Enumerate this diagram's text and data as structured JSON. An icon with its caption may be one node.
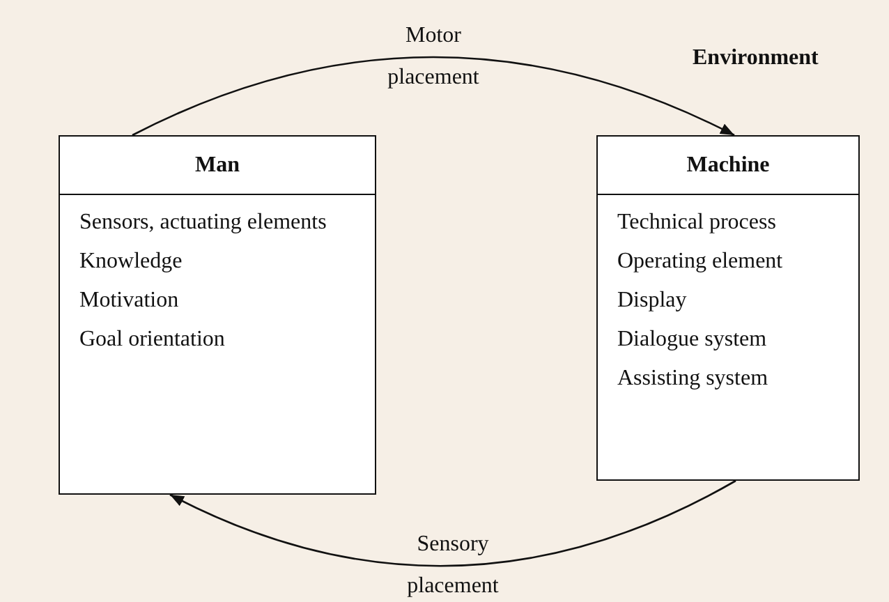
{
  "diagram": {
    "nodes": [
      {
        "text": [
          "Man",
          "Sensors, actuating elements",
          "Knowledge",
          "Motivation",
          "Goal orientation"
        ]
      },
      {
        "text": [
          "Machine",
          "Technical process",
          "Operating element",
          "Display",
          "Dialogue system",
          "Assisting system"
        ]
      }
    ],
    "edges": [
      {
        "from": 0,
        "to": 1,
        "arrow": "to",
        "label": "Motor placement"
      },
      {
        "from": 1,
        "to": 0,
        "arrow": "to",
        "label": "Sensory placement"
      }
    ],
    "labels": [
      "Environment"
    ]
  }
}
